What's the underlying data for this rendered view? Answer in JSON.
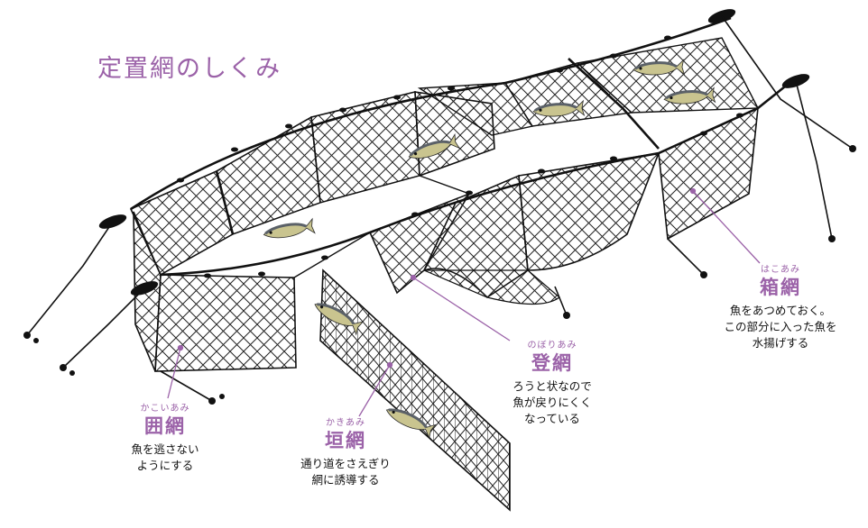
{
  "title": "定置網のしくみ",
  "labels": {
    "kakoi": {
      "ruby": "かこいあみ",
      "term": "囲網",
      "desc1": "魚を逃さない",
      "desc2": "ようにする"
    },
    "kaki": {
      "ruby": "かきあみ",
      "term": "垣網",
      "desc1": "通り道をさえぎり",
      "desc2": "網に誘導する"
    },
    "nobori": {
      "ruby": "のぼりあみ",
      "term": "登網",
      "desc1": "ろうと状なので",
      "desc2": "魚が戻りにくく",
      "desc3": "なっている"
    },
    "hako": {
      "ruby": "はこあみ",
      "term": "箱網",
      "desc1": "魚をあつめておく。",
      "desc2": "この部分に入った魚を",
      "desc3": "水揚げする"
    }
  },
  "colors": {
    "accent": "#9b62a8",
    "line": "#111111",
    "fish_body": "#c9c48f",
    "fish_back": "#5b6168"
  },
  "icons": [
    "fish-icon",
    "float-icon",
    "anchor-icon"
  ]
}
